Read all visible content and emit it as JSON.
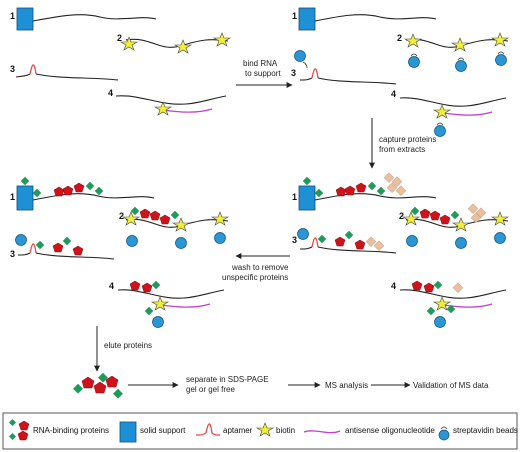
{
  "colors": {
    "solid_support": "#1e90d6",
    "biotin": "#f2ee3a",
    "streptavidin": "#2a97d4",
    "aptamer": "#e05050",
    "antisense": "#c040c8",
    "protein_red": "#d0121b",
    "protein_green": "#1f9a5a",
    "protein_tan": "#e8c0a0",
    "rna": "#222222",
    "frame": "#555555"
  },
  "labels": {
    "num1": "1",
    "num2": "2",
    "num3": "3",
    "num4": "4"
  },
  "steps": {
    "bind": [
      "bind RNA",
      "to support"
    ],
    "capture": [
      "capture proteins",
      "from extracts"
    ],
    "wash": [
      "wash to remove",
      "unspecific proteins"
    ],
    "elute": "elute proteins",
    "separate": [
      "separate in SDS-PAGE",
      "gel  or gel free"
    ],
    "ms": "MS analysis",
    "validation": "Validation of MS data"
  },
  "legend": {
    "rbp": "RNA-binding proteins",
    "support": "solid support",
    "aptamer": "aptamer",
    "biotin": "biotin",
    "antisense": "antisense oligonucleotide",
    "streptavidin": "streptavidin beads"
  }
}
